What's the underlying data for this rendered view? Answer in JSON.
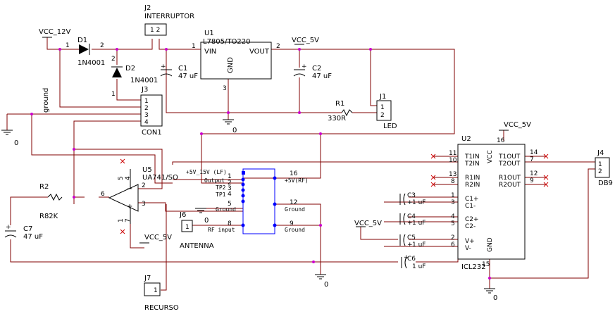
{
  "nets": {
    "vcc_12v": "VCC_12V",
    "vcc_5v_top": "VCC_5V",
    "vcc_5v_u2": "VCC_5V",
    "vcc_5v_bottom": "VCC_5V",
    "vcc_5v_cap": "VCC_5V",
    "ground_label": "ground",
    "gnd_zero": "0"
  },
  "components": {
    "d1": {
      "ref": "D1",
      "part": "1N4001",
      "pin1": "1",
      "pin2": "2"
    },
    "d2": {
      "ref": "D2",
      "part": "1N4001",
      "pin1": "1",
      "pin2": "2"
    },
    "j2": {
      "ref": "J2",
      "name": "INTERRUPTOR",
      "pins": "1  2"
    },
    "u1": {
      "ref": "U1",
      "part": "L7805/TO220",
      "vin": "VIN",
      "vout": "VOUT",
      "gnd": "GND",
      "pin1": "1",
      "pin2": "2",
      "pin3": "3"
    },
    "c1": {
      "ref": "C1",
      "value": "47 uF"
    },
    "c2": {
      "ref": "C2",
      "value": "47 uF"
    },
    "j3": {
      "ref": "J3",
      "name": "CON1",
      "pins": [
        "1",
        "2",
        "3",
        "4"
      ]
    },
    "r1": {
      "ref": "R1",
      "value": "330R"
    },
    "j1": {
      "ref": "J1",
      "name": "LED",
      "pins": [
        "1",
        "2"
      ]
    },
    "u5": {
      "ref": "U5",
      "part": "UA741/SO",
      "pins": {
        "p2": "2",
        "p3": "3",
        "p4": "4",
        "p5": "5",
        "p6": "6",
        "p7": "7",
        "p1": "1"
      }
    },
    "r2": {
      "ref": "R2",
      "value": "R82K"
    },
    "c7": {
      "ref": "C7",
      "value": "47 uF"
    },
    "module": {
      "left_labels": [
        "+5V_15V (LF)",
        "Output",
        "TP2",
        "TP1",
        "Ground",
        "RF input"
      ],
      "left_pins": [
        "1",
        "2",
        "3",
        "4",
        "5",
        "8"
      ],
      "right_labels": [
        "+5V(RF)",
        "Ground",
        "Ground"
      ],
      "right_pins": [
        "16",
        "12",
        "9"
      ]
    },
    "j6": {
      "ref": "J6",
      "name": "ANTENNA",
      "pin": "1",
      "gnd": "0"
    },
    "j7": {
      "ref": "J7",
      "name": "RECURSO",
      "pin": "1"
    },
    "u2": {
      "ref": "U2",
      "part": "ICL232",
      "left_labels": [
        "T1IN",
        "T2IN",
        "R1IN",
        "R2IN",
        "C1+",
        "C1-",
        "C2+",
        "C2-",
        "V+",
        "V-"
      ],
      "left_pins": [
        "11",
        "10",
        "13",
        "8",
        "1",
        "3",
        "4",
        "5",
        "2",
        "6"
      ],
      "right_labels": [
        "T1OUT",
        "T2OUT",
        "R1OUT",
        "R2OUT"
      ],
      "right_pins": [
        "14",
        "7",
        "12",
        "9"
      ],
      "vcc": "VCC",
      "gnd": "GND",
      "pin16": "16",
      "pin15": "15"
    },
    "c3": {
      "ref": "C3",
      "value": "1 uF"
    },
    "c4": {
      "ref": "C4",
      "value": "1 uF"
    },
    "c5": {
      "ref": "C5",
      "value": "1 uF"
    },
    "c6": {
      "ref": "C6",
      "value": "1 uF"
    },
    "j4": {
      "ref": "J4",
      "name": "DB9",
      "pins": [
        "1",
        "2"
      ]
    }
  },
  "colors": {
    "wire": "#800000",
    "junction": "#cc00cc",
    "module_outline": "#0000ff",
    "no_connect": "#cc0000"
  }
}
